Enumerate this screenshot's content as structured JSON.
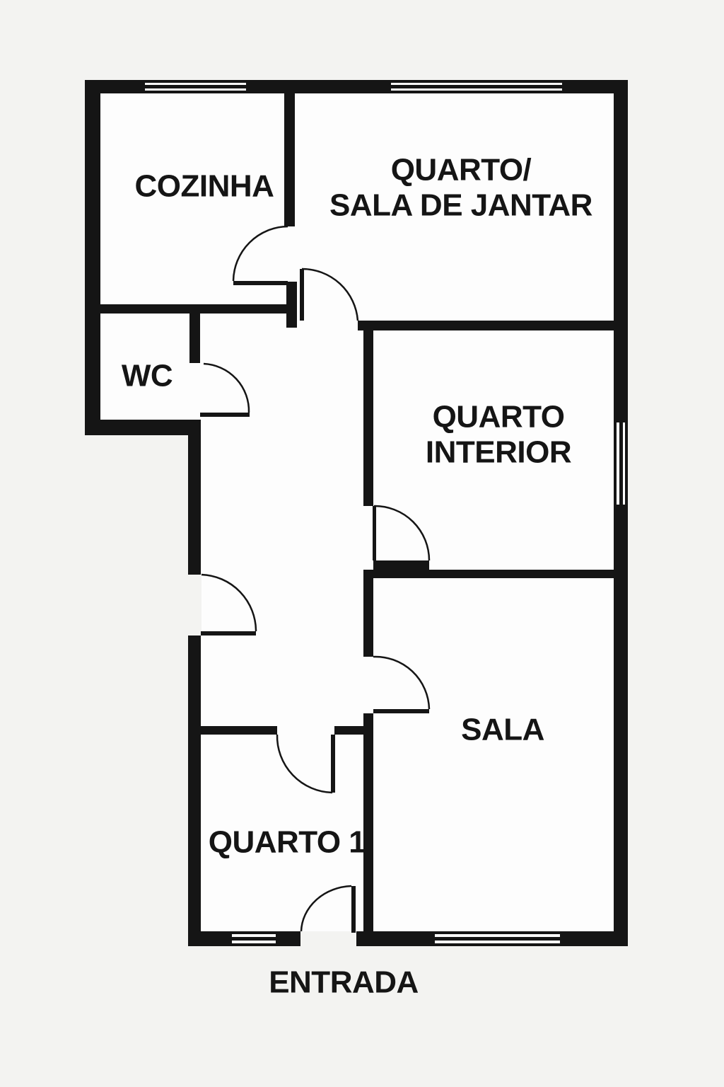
{
  "colors": {
    "background": "#f3f3f1",
    "wall": "#151515",
    "floor": "#fdfdfd"
  },
  "labels": {
    "cozinha": "COZINHA",
    "quarto_sala_1": "QUARTO/",
    "quarto_sala_2": "SALA DE JANTAR",
    "wc": "WC",
    "quarto_interior_1": "QUARTO",
    "quarto_interior_2": "INTERIOR",
    "sala": "SALA",
    "quarto_1": "QUARTO 1",
    "entrada": "ENTRADA"
  }
}
